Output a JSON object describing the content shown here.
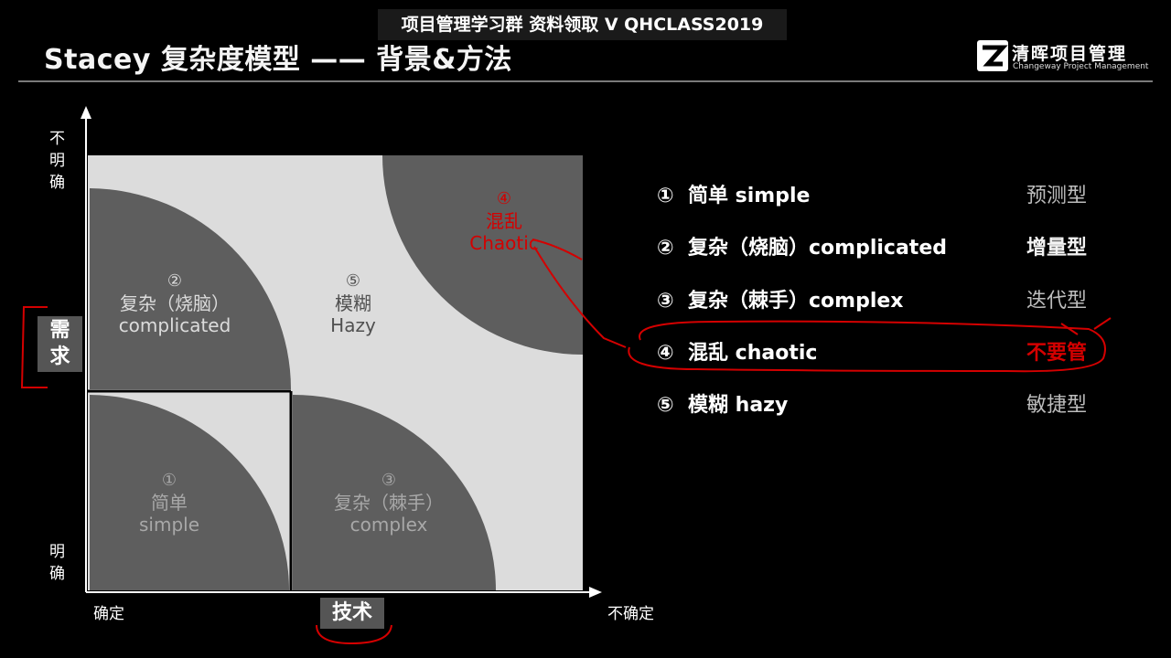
{
  "banner": "项目管理学习群 资料领取 V QHCLASS2019",
  "title": "Stacey 复杂度模型 —— 背景&方法",
  "logo": {
    "cn": "清晖项目管理",
    "en": "Changeway Project Management"
  },
  "axes": {
    "y_top": "不明确",
    "y_bottom": "明确",
    "y_name": "需求",
    "x_left": "确定",
    "x_right": "不确定",
    "x_name": "技术"
  },
  "zones": {
    "simple": {
      "num": "①",
      "cn": "简单",
      "en": "simple"
    },
    "complex": {
      "num": "③",
      "cn": "复杂（棘手）",
      "en": "complex"
    },
    "complicated": {
      "num": "②",
      "cn": "复杂（烧脑）",
      "en": "complicated"
    },
    "hazy": {
      "num": "⑤",
      "cn": "模糊",
      "en": "Hazy"
    },
    "chaotic": {
      "num": "④",
      "cn": "混乱",
      "en": "Chaotic"
    }
  },
  "legend": [
    {
      "num": "①",
      "label": "简单  simple",
      "type": "预测型"
    },
    {
      "num": "②",
      "label": "复杂（烧脑）complicated",
      "type": "增量型"
    },
    {
      "num": "③",
      "label": "复杂（棘手）complex",
      "type": "迭代型"
    },
    {
      "num": "④",
      "label": "混乱  chaotic",
      "type": "不要管"
    },
    {
      "num": "⑤",
      "label": "模糊  hazy",
      "type": "敏捷型"
    }
  ],
  "colors": {
    "background": "#000000",
    "grid_light": "#dcdcdc",
    "zone_dark": "#5e5e5e",
    "annotation": "#d40000",
    "zone_text": "#a8a8a8"
  }
}
